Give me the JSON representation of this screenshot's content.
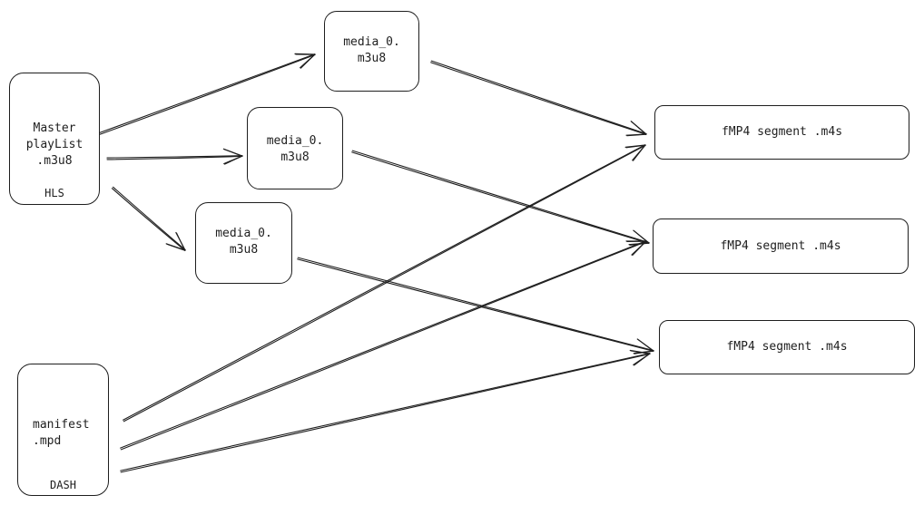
{
  "nodes": {
    "master": {
      "label": "Master\nplayList\n.m3u8",
      "tag": "HLS"
    },
    "manifest": {
      "label": "manifest\n.mpd",
      "tag": "DASH"
    },
    "media": [
      {
        "label": "media_0.\nm3u8"
      },
      {
        "label": "media_0.\nm3u8"
      },
      {
        "label": "media_0.\nm3u8"
      }
    ],
    "segments": [
      {
        "label": "fMP4 segment .m4s"
      },
      {
        "label": "fMP4 segment .m4s"
      },
      {
        "label": "fMP4 segment .m4s"
      }
    ]
  },
  "edges": [
    {
      "from": "master",
      "to": "media_1"
    },
    {
      "from": "master",
      "to": "media_2"
    },
    {
      "from": "master",
      "to": "media_3"
    },
    {
      "from": "media_1",
      "to": "segment_1"
    },
    {
      "from": "media_2",
      "to": "segment_2"
    },
    {
      "from": "media_3",
      "to": "segment_3"
    },
    {
      "from": "manifest",
      "to": "segment_1"
    },
    {
      "from": "manifest",
      "to": "segment_2"
    },
    {
      "from": "manifest",
      "to": "segment_3"
    }
  ],
  "colors": {
    "stroke": "#1e1e1e",
    "background": "#ffffff"
  }
}
